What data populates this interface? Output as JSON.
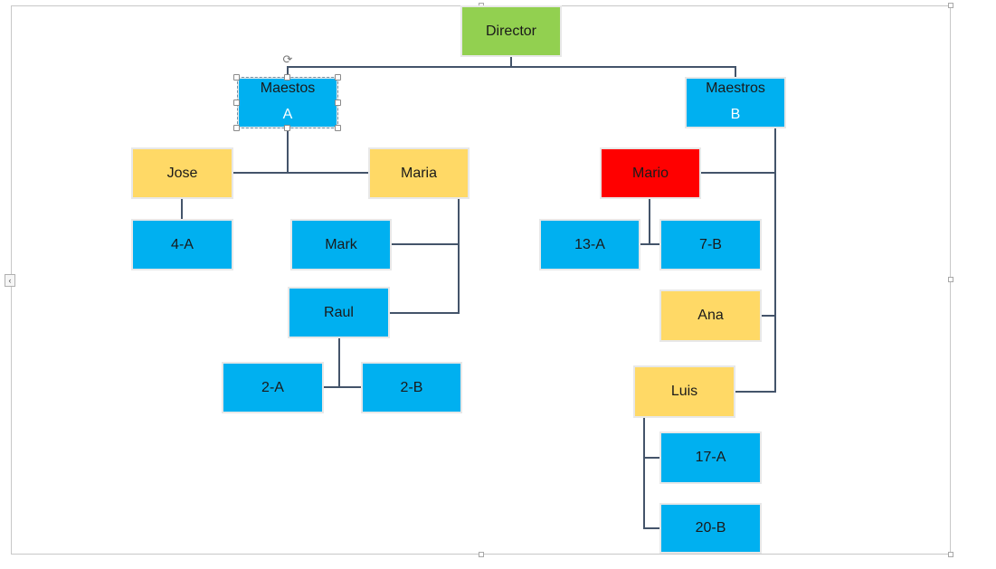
{
  "colors": {
    "green": "#92d050",
    "blue": "#00b0f0",
    "yellow": "#ffd966",
    "red": "#ff0000",
    "connector": "#44546a"
  },
  "nodes": {
    "director": {
      "label": "Director",
      "color": "green"
    },
    "maestros_a": {
      "label": "Maestos",
      "sub": "A",
      "color": "blue"
    },
    "maestros_b": {
      "label": "Maestros",
      "sub": "B",
      "color": "blue"
    },
    "jose": {
      "label": "Jose",
      "color": "yellow"
    },
    "maria": {
      "label": "Maria",
      "color": "yellow"
    },
    "mario": {
      "label": "Mario",
      "color": "red"
    },
    "class_4a": {
      "label": "4-A",
      "color": "blue"
    },
    "mark": {
      "label": "Mark",
      "color": "blue"
    },
    "raul": {
      "label": "Raul",
      "color": "blue"
    },
    "class_2a": {
      "label": "2-A",
      "color": "blue"
    },
    "class_2b": {
      "label": "2-B",
      "color": "blue"
    },
    "class_13a": {
      "label": "13-A",
      "color": "blue"
    },
    "class_7b": {
      "label": "7-B",
      "color": "blue"
    },
    "ana": {
      "label": "Ana",
      "color": "yellow"
    },
    "luis": {
      "label": "Luis",
      "color": "yellow"
    },
    "class_17a": {
      "label": "17-A",
      "color": "blue"
    },
    "class_20b": {
      "label": "20-B",
      "color": "blue"
    }
  },
  "icons": {
    "rotate": "rotate-handle-icon",
    "collapse": "chevron-left-icon"
  }
}
